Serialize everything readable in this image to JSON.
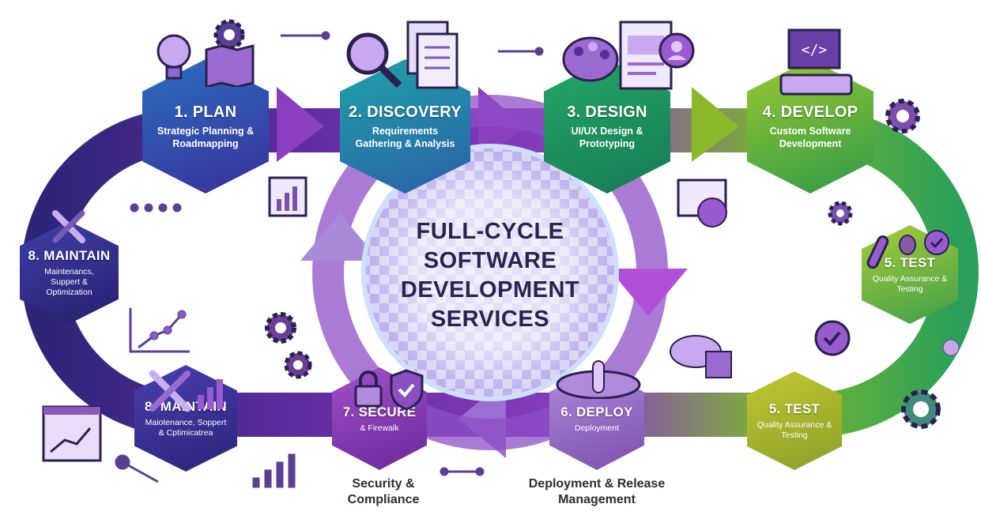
{
  "center": {
    "lines": [
      "FULL-CYCLE",
      "SOFTWARE",
      "DEVELOPMENT",
      "SERVICES"
    ]
  },
  "steps": [
    {
      "title": "1. PLAN",
      "subtitle": "Strategic Planning & Roadmapping",
      "color": "#2f3fa8"
    },
    {
      "title": "2. DISCOVERY",
      "subtitle": "Requirements Gathering & Analysis",
      "color": "#1d8b9b"
    },
    {
      "title": "3. DESIGN",
      "subtitle": "UI/UX Design & Prototyping",
      "color": "#1f9a57"
    },
    {
      "title": "4. DEVELOP",
      "subtitle": "Custom Software Development",
      "color": "#6fb52c"
    },
    {
      "title": "5. TEST",
      "subtitle": "Quality Assurance & Testing",
      "color": "#7cb82e"
    },
    {
      "title": "5. TEST",
      "subtitle": "Quality Assurance & Testing",
      "color": "#a8b82a"
    },
    {
      "title": "6. DEPLOY",
      "subtitle": "Deployment",
      "color": "#8a5bb8"
    },
    {
      "title": "7. SECURE",
      "subtitle": "& Firewalk",
      "color": "#7a2f9e"
    },
    {
      "title": "8. MAINTAIN",
      "subtitle": "Maiotenance, Soppert & Cptimicatrea",
      "color": "#3a2e8e"
    },
    {
      "title": "8. MAINTAIN",
      "subtitle": "Maintenancs, Suppert & Optimization",
      "color": "#2f2a80"
    }
  ],
  "captions": {
    "secure": "Security & Compliance",
    "deploy": "Deployment & Release Management"
  },
  "icons": [
    "lightbulb-icon",
    "gear-icon",
    "map-icon",
    "magnifier-icon",
    "documents-icon",
    "palette-icon",
    "wireframe-icon",
    "user-icon",
    "code-window-icon",
    "keyboard-icon",
    "test-tube-icon",
    "bug-icon",
    "check-icon",
    "rocket-cloud-icon",
    "lock-icon",
    "shield-check-icon",
    "wrench-icon",
    "bar-chart-icon",
    "line-chart-icon",
    "server-cloud-icon",
    "calendar-chart-icon"
  ]
}
